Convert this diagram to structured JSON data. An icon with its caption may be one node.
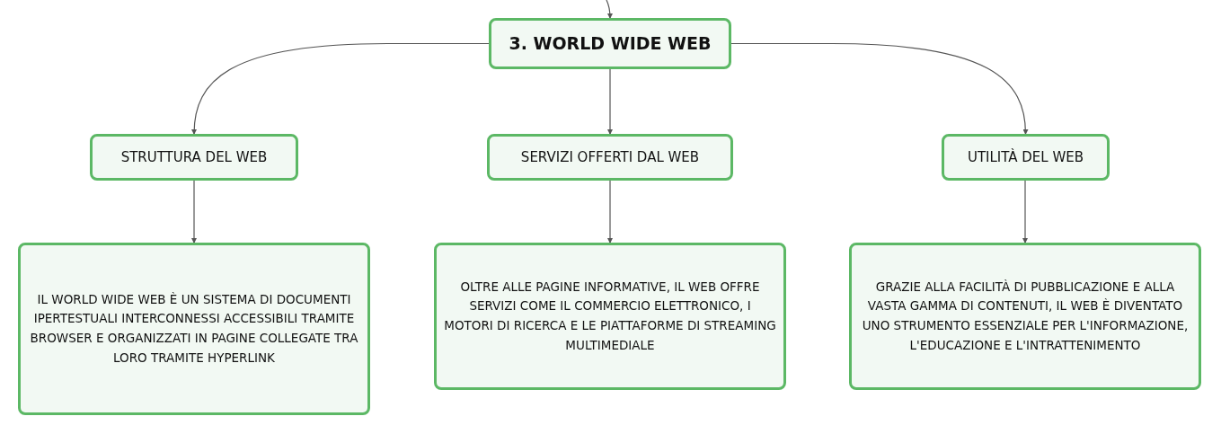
{
  "diagram": {
    "nodes": [
      {
        "text": [
          "3. WORLD WIDE WEB"
        ]
      },
      {
        "text": [
          "STRUTTURA DEL WEB"
        ]
      },
      {
        "text": [
          "SERVIZI OFFERTI DAL WEB"
        ]
      },
      {
        "text": [
          "UTILITÀ DEL WEB"
        ]
      },
      {
        "text": [
          "IL WORLD WIDE WEB È UN SISTEMA DI DOCUMENTI IPERTESTUALI INTERCONNESSI ACCESSIBILI TRAMITE BROWSER E ORGANIZZATI IN PAGINE COLLEGATE TRA LORO TRAMITE HYPERLINK"
        ]
      },
      {
        "text": [
          "OLTRE ALLE PAGINE INFORMATIVE, IL WEB OFFRE SERVIZI COME IL COMMERCIO ELETTRONICO, I MOTORI DI RICERCA E LE PIATTAFORME DI STREAMING MULTIMEDIALE"
        ]
      },
      {
        "text": [
          "GRAZIE ALLA FACILITÀ DI PUBBLICAZIONE E ALLA VASTA GAMMA DI CONTENUTI, IL WEB È DIVENTATO UNO STRUMENTO ESSENZIALE PER L'INFORMAZIONE, L'EDUCAZIONE E L'INTRATTENIMENTO"
        ]
      }
    ],
    "edges": [
      {
        "from": null,
        "to": 0,
        "arrow": "to"
      },
      {
        "from": 0,
        "to": 1,
        "arrow": "to"
      },
      {
        "from": 0,
        "to": 2,
        "arrow": "to"
      },
      {
        "from": 0,
        "to": 3,
        "arrow": "to"
      },
      {
        "from": 1,
        "to": 4,
        "arrow": "to"
      },
      {
        "from": 2,
        "to": 5,
        "arrow": "to"
      },
      {
        "from": 3,
        "to": 6,
        "arrow": "to"
      }
    ]
  }
}
